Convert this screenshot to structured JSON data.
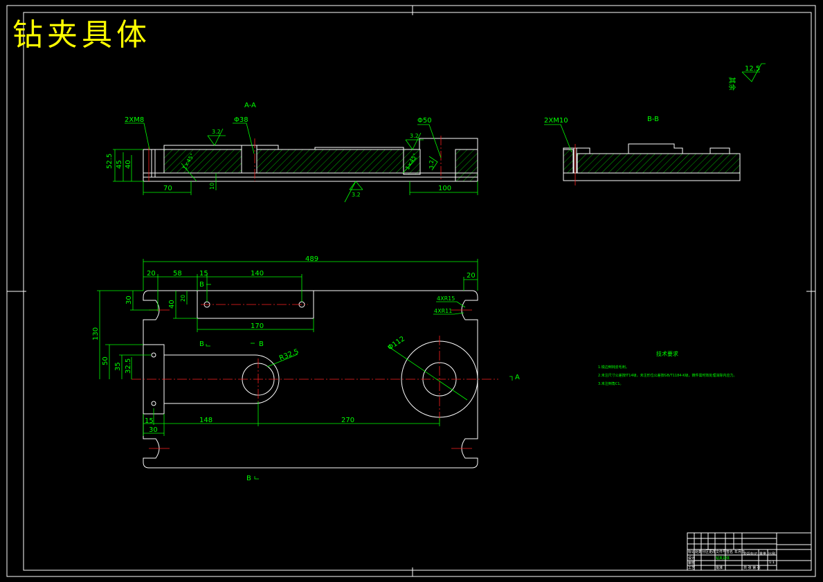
{
  "title": "钻夹具体",
  "surface": {
    "label": "其余",
    "roughness": "12.5"
  },
  "section_aa": {
    "label": "A-A",
    "callouts": {
      "thread": "2XM8",
      "bore": "Φ38",
      "hole": "Φ50"
    },
    "roughness": [
      "3.2",
      "3.2",
      "3.2",
      "3.2"
    ],
    "dims": {
      "h1": "52.5",
      "h2": "45",
      "h3": "40",
      "w_left": "70",
      "w_right": "100",
      "depth": "10",
      "c1": "1×45°",
      "c2": "1×45°"
    }
  },
  "section_bb": {
    "label": "B-B",
    "thread": "2XM10"
  },
  "plan": {
    "dims": {
      "overall": "489",
      "d20a": "20",
      "d58": "58",
      "d15a": "15",
      "d140": "140",
      "d20b": "20",
      "d30": "30",
      "d20c": "20",
      "d40": "40",
      "d170": "170",
      "d130": "130",
      "d50": "50",
      "d35": "35",
      "d325": "32.5",
      "d15b": "15",
      "d30b": "30",
      "d148": "148",
      "d270": "270",
      "r15": "4XR15",
      "r11": "4XR11",
      "r325": "R32.5",
      "phi112": "Φ112"
    },
    "markers": {
      "b1": "B",
      "b2": "B",
      "b3": "B",
      "b4": "B",
      "a": "A"
    }
  },
  "tech": {
    "heading": "技术要求",
    "items": [
      "1.锐边倒钝去毛刺。",
      "2.未注尺寸公差按IT14级，未注形位公差按GB/T1184-K级，铸件需时效处理消除内应力。",
      "3.未注倒角C1。"
    ]
  },
  "title_block": {
    "part": "钻夹具体",
    "col1": "标记",
    "col2": "处数",
    "col3": "分区",
    "col4": "更改文件号",
    "col5": "签名",
    "col6": "年月日",
    "scale_label": "比例",
    "scale": "1:1",
    "sheet": "共 张 第 张",
    "design": "设计",
    "check": "审核",
    "process": "工艺",
    "approve": "批准",
    "stage": "阶段标记",
    "weight": "重量"
  }
}
